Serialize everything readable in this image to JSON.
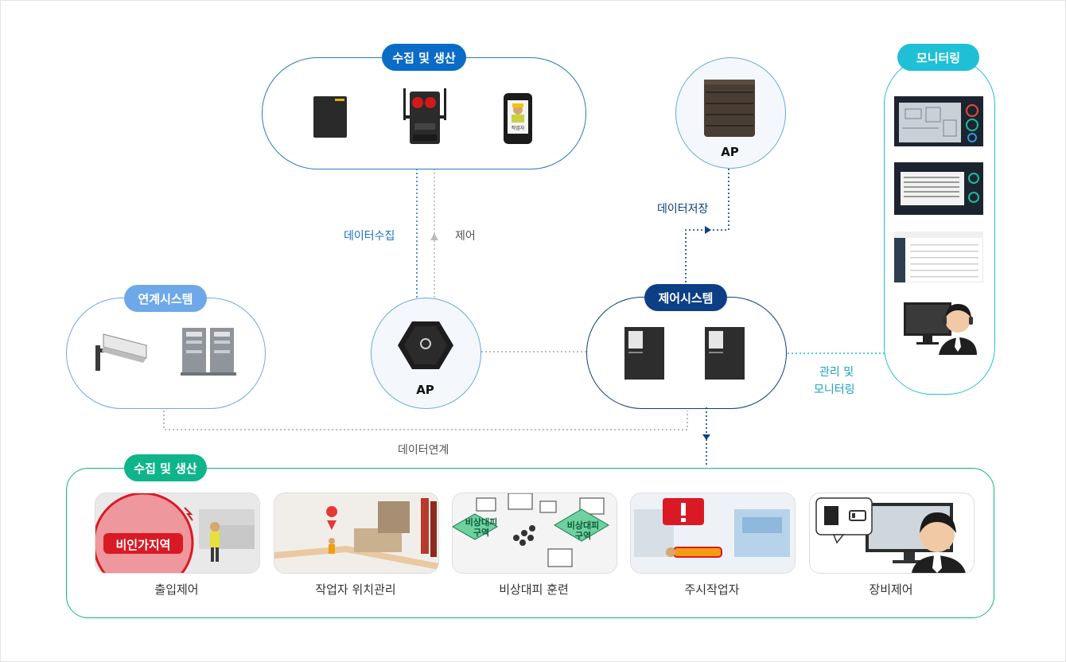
{
  "groups": {
    "collect_top": "수집 및 생산",
    "linked": "연계시스템",
    "control": "제어시스템",
    "monitoring": "모니터링",
    "collect_bottom": "수집 및 생산"
  },
  "ap_labels": {
    "top": "AP",
    "center": "AP"
  },
  "flow_labels": {
    "data_collect": "데이터수집",
    "control": "제어",
    "data_store": "데이터저장",
    "data_link": "데이터연계",
    "manage_line1": "관리 및",
    "manage_line2": "모니터링"
  },
  "images": {
    "badge_name": "작업자",
    "evac_zone": "비상대피\n구역",
    "no_entry_zone": "비인가지역"
  },
  "services": [
    {
      "label": "출입제어"
    },
    {
      "label": "작업자 위치관리"
    },
    {
      "label": "비상대피 훈련"
    },
    {
      "label": "주시작업자"
    },
    {
      "label": "장비제어"
    }
  ],
  "colors": {
    "primary_blue": "#0a6cc7",
    "navy": "#0c3f86",
    "light_blue": "#6ea8e8",
    "cyan": "#1fc0d6",
    "teal": "#0fb58a"
  }
}
